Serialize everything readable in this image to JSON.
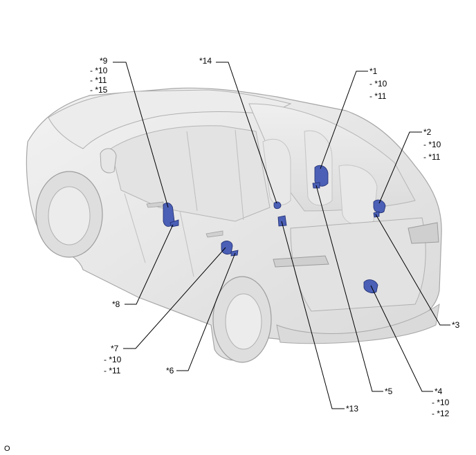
{
  "callouts": {
    "c9": {
      "main": "*9",
      "sub": [
        "- *10",
        "- *11",
        "- *15"
      ]
    },
    "c14": {
      "main": "*14",
      "sub": []
    },
    "c1": {
      "main": "*1",
      "sub": [
        "- *10",
        "- *11"
      ]
    },
    "c2": {
      "main": "*2",
      "sub": [
        "- *10",
        "- *11"
      ]
    },
    "c3": {
      "main": "*3",
      "sub": []
    },
    "c8": {
      "main": "*8",
      "sub": []
    },
    "c7": {
      "main": "*7",
      "sub": [
        "- *10",
        "- *11"
      ]
    },
    "c6": {
      "main": "*6",
      "sub": []
    },
    "c13": {
      "main": "*13",
      "sub": []
    },
    "c5": {
      "main": "*5",
      "sub": []
    },
    "c4": {
      "main": "*4",
      "sub": [
        "- *10",
        "- *12"
      ]
    }
  },
  "footer": {
    "code": "O"
  },
  "colors": {
    "component": "#4a5fb5",
    "body": "#e6e6e6",
    "outline": "#9a9a9a"
  }
}
